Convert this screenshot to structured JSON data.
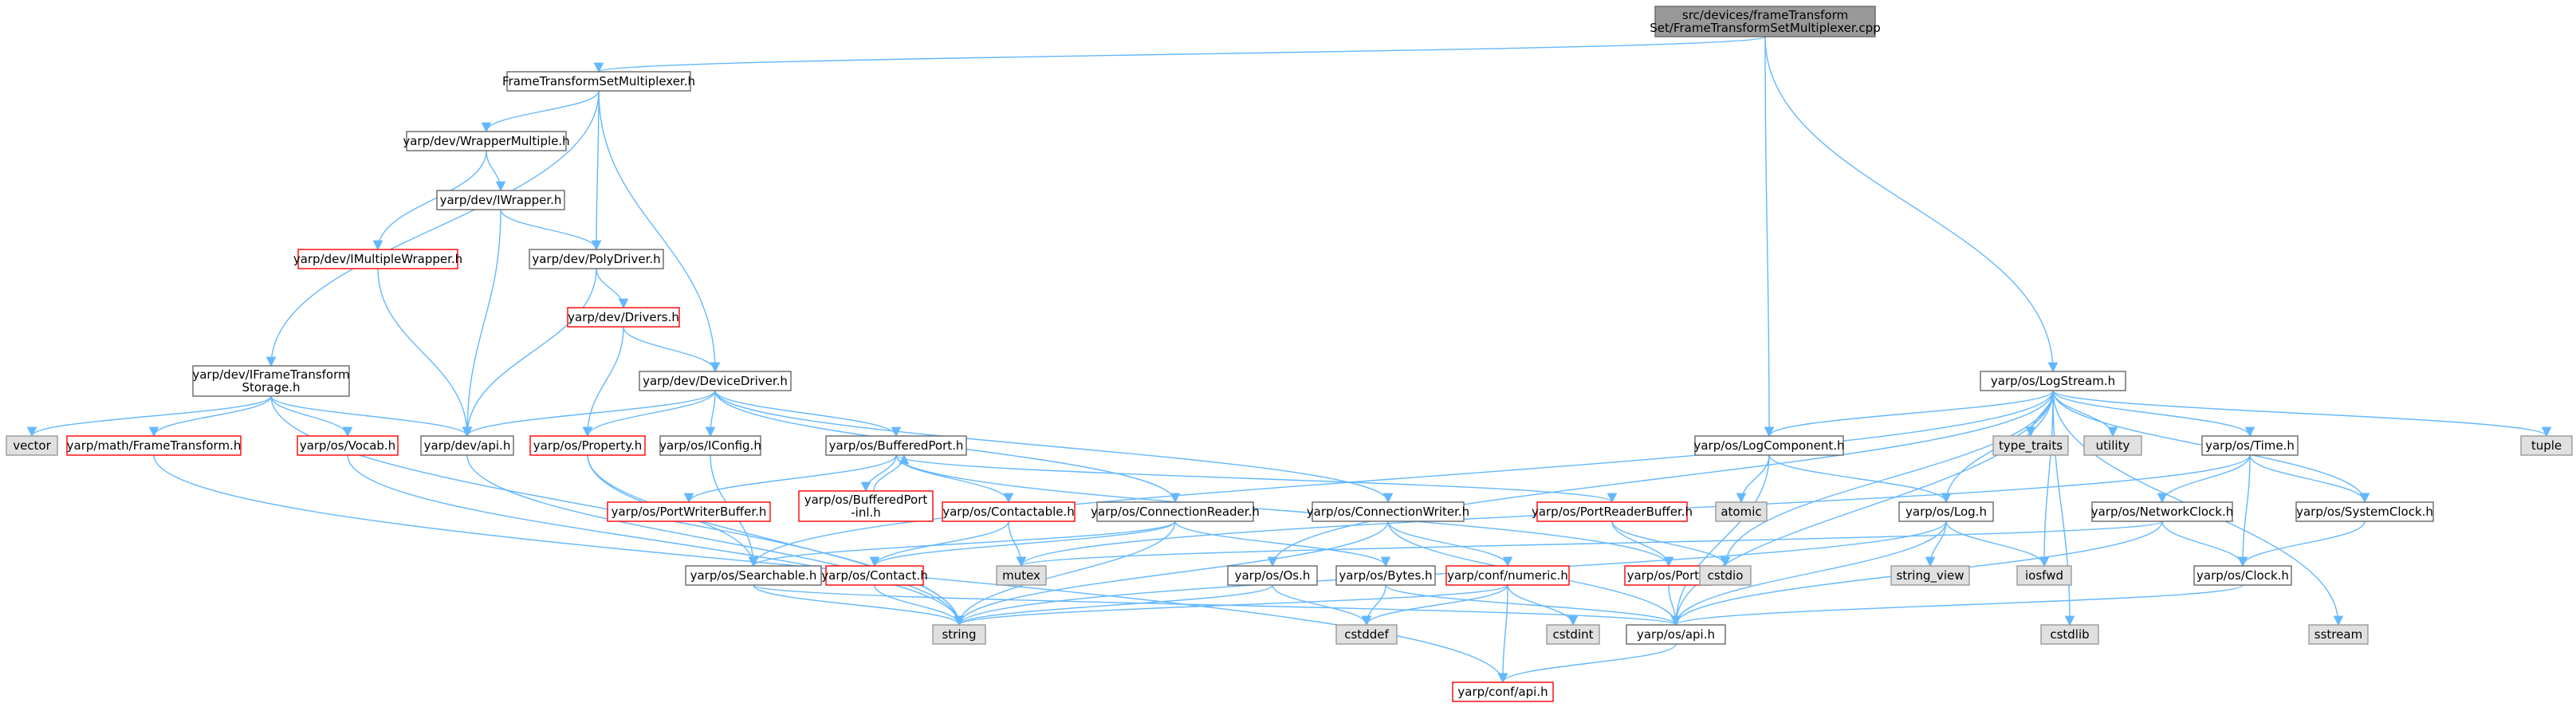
{
  "colors": {
    "edge": "#63b8ff",
    "root_fill": "#999999",
    "root_stroke": "#666666",
    "normal_fill": "#ffffff",
    "normal_stroke": "#666666",
    "incomplete_stroke": "#ff0000",
    "system_fill": "#e0e0e0",
    "system_stroke": "#999999",
    "text": "#000000"
  },
  "nodes": [
    {
      "id": "root",
      "lines": [
        "src/devices/frameTransform",
        "Set/FrameTransformSetMultiplexer.cpp"
      ],
      "kind": "root"
    },
    {
      "id": "ftsm",
      "lines": [
        "FrameTransformSetMultiplexer.h"
      ],
      "kind": "normal"
    },
    {
      "id": "wrapmult",
      "lines": [
        "yarp/dev/WrapperMultiple.h"
      ],
      "kind": "normal"
    },
    {
      "id": "iwrapper",
      "lines": [
        "yarp/dev/IWrapper.h"
      ],
      "kind": "normal"
    },
    {
      "id": "imultwrap",
      "lines": [
        "yarp/dev/IMultipleWrapper.h"
      ],
      "kind": "incomplete"
    },
    {
      "id": "polydriver",
      "lines": [
        "yarp/dev/PolyDriver.h"
      ],
      "kind": "normal"
    },
    {
      "id": "drivers",
      "lines": [
        "yarp/dev/Drivers.h"
      ],
      "kind": "incomplete"
    },
    {
      "id": "iftstorage",
      "lines": [
        "yarp/dev/IFrameTransform",
        "Storage.h"
      ],
      "kind": "normal"
    },
    {
      "id": "devicedriver",
      "lines": [
        "yarp/dev/DeviceDriver.h"
      ],
      "kind": "normal"
    },
    {
      "id": "vector",
      "lines": [
        "vector"
      ],
      "kind": "system"
    },
    {
      "id": "mathft",
      "lines": [
        "yarp/math/FrameTransform.h"
      ],
      "kind": "incomplete"
    },
    {
      "id": "vocab",
      "lines": [
        "yarp/os/Vocab.h"
      ],
      "kind": "incomplete"
    },
    {
      "id": "devapi",
      "lines": [
        "yarp/dev/api.h"
      ],
      "kind": "normal"
    },
    {
      "id": "property",
      "lines": [
        "yarp/os/Property.h"
      ],
      "kind": "incomplete"
    },
    {
      "id": "iconfig",
      "lines": [
        "yarp/os/IConfig.h"
      ],
      "kind": "normal"
    },
    {
      "id": "bufport",
      "lines": [
        "yarp/os/BufferedPort.h"
      ],
      "kind": "normal"
    },
    {
      "id": "pwbuf",
      "lines": [
        "yarp/os/PortWriterBuffer.h"
      ],
      "kind": "incomplete"
    },
    {
      "id": "bufportinl",
      "lines": [
        "yarp/os/BufferedPort",
        "-inl.h"
      ],
      "kind": "incomplete"
    },
    {
      "id": "contactable",
      "lines": [
        "yarp/os/Contactable.h"
      ],
      "kind": "incomplete"
    },
    {
      "id": "connreader",
      "lines": [
        "yarp/os/ConnectionReader.h"
      ],
      "kind": "normal"
    },
    {
      "id": "connwriter",
      "lines": [
        "yarp/os/ConnectionWriter.h"
      ],
      "kind": "normal"
    },
    {
      "id": "prbuf",
      "lines": [
        "yarp/os/PortReaderBuffer.h"
      ],
      "kind": "incomplete"
    },
    {
      "id": "logcomp",
      "lines": [
        "yarp/os/LogComponent.h"
      ],
      "kind": "normal"
    },
    {
      "id": "atomic",
      "lines": [
        "atomic"
      ],
      "kind": "system"
    },
    {
      "id": "logstream",
      "lines": [
        "yarp/os/LogStream.h"
      ],
      "kind": "normal"
    },
    {
      "id": "typetraits",
      "lines": [
        "type_traits"
      ],
      "kind": "system"
    },
    {
      "id": "utility",
      "lines": [
        "utility"
      ],
      "kind": "system"
    },
    {
      "id": "time",
      "lines": [
        "yarp/os/Time.h"
      ],
      "kind": "normal"
    },
    {
      "id": "tuple",
      "lines": [
        "tuple"
      ],
      "kind": "system"
    },
    {
      "id": "log",
      "lines": [
        "yarp/os/Log.h"
      ],
      "kind": "normal"
    },
    {
      "id": "netclock",
      "lines": [
        "yarp/os/NetworkClock.h"
      ],
      "kind": "normal"
    },
    {
      "id": "sysclock",
      "lines": [
        "yarp/os/SystemClock.h"
      ],
      "kind": "normal"
    },
    {
      "id": "mutex",
      "lines": [
        "mutex"
      ],
      "kind": "system"
    },
    {
      "id": "searchable",
      "lines": [
        "yarp/os/Searchable.h"
      ],
      "kind": "normal"
    },
    {
      "id": "contact",
      "lines": [
        "yarp/os/Contact.h"
      ],
      "kind": "incomplete"
    },
    {
      "id": "os",
      "lines": [
        "yarp/os/Os.h"
      ],
      "kind": "normal"
    },
    {
      "id": "bytes",
      "lines": [
        "yarp/os/Bytes.h"
      ],
      "kind": "normal"
    },
    {
      "id": "numeric",
      "lines": [
        "yarp/conf/numeric.h"
      ],
      "kind": "incomplete"
    },
    {
      "id": "port",
      "lines": [
        "yarp/os/Port.h"
      ],
      "kind": "incomplete"
    },
    {
      "id": "cstdio",
      "lines": [
        "cstdio"
      ],
      "kind": "system"
    },
    {
      "id": "stringview",
      "lines": [
        "string_view"
      ],
      "kind": "system"
    },
    {
      "id": "iosfwd",
      "lines": [
        "iosfwd"
      ],
      "kind": "system"
    },
    {
      "id": "clock",
      "lines": [
        "yarp/os/Clock.h"
      ],
      "kind": "normal"
    },
    {
      "id": "string",
      "lines": [
        "string"
      ],
      "kind": "system"
    },
    {
      "id": "cstddef",
      "lines": [
        "cstddef"
      ],
      "kind": "system"
    },
    {
      "id": "cstdint",
      "lines": [
        "cstdint"
      ],
      "kind": "system"
    },
    {
      "id": "osapi",
      "lines": [
        "yarp/os/api.h"
      ],
      "kind": "normal"
    },
    {
      "id": "cstdlib",
      "lines": [
        "cstdlib"
      ],
      "kind": "system"
    },
    {
      "id": "sstream",
      "lines": [
        "sstream"
      ],
      "kind": "system"
    },
    {
      "id": "confapi",
      "lines": [
        "yarp/conf/api.h"
      ],
      "kind": "incomplete"
    }
  ],
  "edges": [
    [
      "root",
      "ftsm"
    ],
    [
      "root",
      "logcomp"
    ],
    [
      "root",
      "logstream"
    ],
    [
      "ftsm",
      "wrapmult"
    ],
    [
      "ftsm",
      "iftstorage"
    ],
    [
      "ftsm",
      "polydriver"
    ],
    [
      "ftsm",
      "devicedriver"
    ],
    [
      "wrapmult",
      "iwrapper"
    ],
    [
      "wrapmult",
      "imultwrap"
    ],
    [
      "iwrapper",
      "polydriver"
    ],
    [
      "iwrapper",
      "devapi"
    ],
    [
      "imultwrap",
      "devapi"
    ],
    [
      "polydriver",
      "drivers"
    ],
    [
      "polydriver",
      "devapi"
    ],
    [
      "drivers",
      "devicedriver"
    ],
    [
      "drivers",
      "property"
    ],
    [
      "iftstorage",
      "vector"
    ],
    [
      "iftstorage",
      "mathft"
    ],
    [
      "iftstorage",
      "vocab"
    ],
    [
      "iftstorage",
      "devapi"
    ],
    [
      "iftstorage",
      "string"
    ],
    [
      "devicedriver",
      "devapi"
    ],
    [
      "devicedriver",
      "property"
    ],
    [
      "devicedriver",
      "iconfig"
    ],
    [
      "devicedriver",
      "bufport"
    ],
    [
      "devicedriver",
      "connreader"
    ],
    [
      "devicedriver",
      "connwriter"
    ],
    [
      "vocab",
      "string"
    ],
    [
      "devapi",
      "string"
    ],
    [
      "property",
      "searchable"
    ],
    [
      "property",
      "string"
    ],
    [
      "iconfig",
      "searchable"
    ],
    [
      "bufport",
      "pwbuf"
    ],
    [
      "bufport",
      "bufportinl"
    ],
    [
      "bufport",
      "contactable"
    ],
    [
      "bufport",
      "prbuf"
    ],
    [
      "bufport",
      "port"
    ],
    [
      "bufportinl",
      "bufport"
    ],
    [
      "contactable",
      "contact"
    ],
    [
      "contactable",
      "mutex"
    ],
    [
      "connreader",
      "searchable"
    ],
    [
      "connreader",
      "contact"
    ],
    [
      "connreader",
      "bytes"
    ],
    [
      "connreader",
      "string"
    ],
    [
      "connwriter",
      "numeric"
    ],
    [
      "connwriter",
      "osapi"
    ],
    [
      "connwriter",
      "string"
    ],
    [
      "prbuf",
      "port"
    ],
    [
      "prbuf",
      "cstdio"
    ],
    [
      "logcomp",
      "atomic"
    ],
    [
      "logcomp",
      "log"
    ],
    [
      "logcomp",
      "osapi"
    ],
    [
      "logstream",
      "searchable"
    ],
    [
      "logstream",
      "typetraits"
    ],
    [
      "logstream",
      "utility"
    ],
    [
      "logstream",
      "time"
    ],
    [
      "logstream",
      "tuple"
    ],
    [
      "logstream",
      "log"
    ],
    [
      "logstream",
      "os"
    ],
    [
      "logstream",
      "sysclock"
    ],
    [
      "logstream",
      "cstdio"
    ],
    [
      "logstream",
      "iosfwd"
    ],
    [
      "logstream",
      "cstdlib"
    ],
    [
      "logstream",
      "sstream"
    ],
    [
      "logstream",
      "osapi"
    ],
    [
      "logstream",
      "logcomp"
    ],
    [
      "time",
      "netclock"
    ],
    [
      "time",
      "sysclock"
    ],
    [
      "time",
      "clock"
    ],
    [
      "time",
      "mutex"
    ],
    [
      "log",
      "stringview"
    ],
    [
      "log",
      "iosfwd"
    ],
    [
      "log",
      "osapi"
    ],
    [
      "log",
      "string"
    ],
    [
      "netclock",
      "clock"
    ],
    [
      "netclock",
      "osapi"
    ],
    [
      "netclock",
      "mutex"
    ],
    [
      "sysclock",
      "clock"
    ],
    [
      "searchable",
      "string"
    ],
    [
      "searchable",
      "osapi"
    ],
    [
      "contact",
      "string"
    ],
    [
      "os",
      "string"
    ],
    [
      "os",
      "cstddef"
    ],
    [
      "bytes",
      "cstddef"
    ],
    [
      "bytes",
      "osapi"
    ],
    [
      "numeric",
      "cstdint"
    ],
    [
      "numeric",
      "cstddef"
    ],
    [
      "numeric",
      "confapi"
    ],
    [
      "numeric",
      "string"
    ],
    [
      "port",
      "osapi"
    ],
    [
      "clock",
      "osapi"
    ],
    [
      "osapi",
      "confapi"
    ],
    [
      "mathft",
      "confapi"
    ]
  ]
}
